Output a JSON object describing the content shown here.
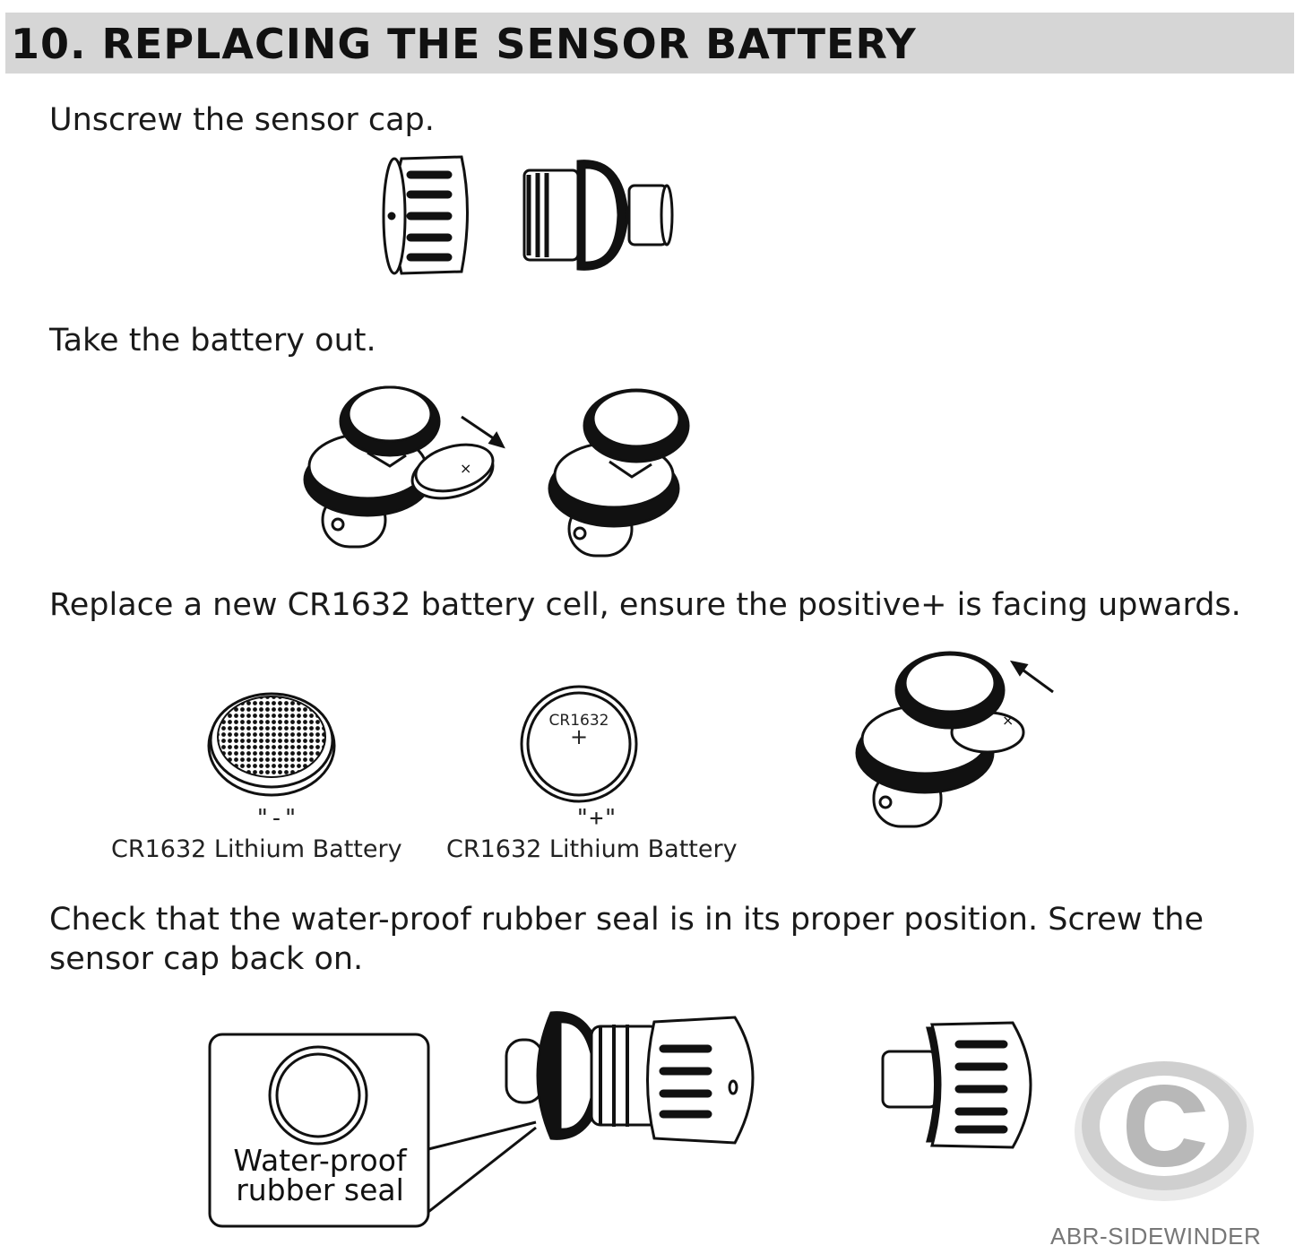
{
  "header": {
    "title": "10. REPLACING THE SENSOR BATTERY"
  },
  "steps": [
    {
      "text": "Unscrew the sensor cap."
    },
    {
      "text": "Take the battery out."
    },
    {
      "text": "Replace a new CR1632 battery cell, ensure the positive+ is facing upwards."
    },
    {
      "text": "Check that the water-proof rubber seal is in its proper position. Screw the",
      "text2": "sensor cap back on."
    }
  ],
  "battery": {
    "negative_sign": "\"-\"",
    "positive_sign": "\"+\"",
    "caption_left": "CR1632 Lithium Battery",
    "caption_right": "CR1632 Lithium Battery",
    "face_model": "CR1632",
    "face_plus": "+",
    "cell_mark": "×"
  },
  "seal": {
    "line1": "Water-proof",
    "line2": "rubber seal"
  },
  "logo": {
    "text": "ABR-SIDEWINDER",
    "color": "#777777"
  }
}
